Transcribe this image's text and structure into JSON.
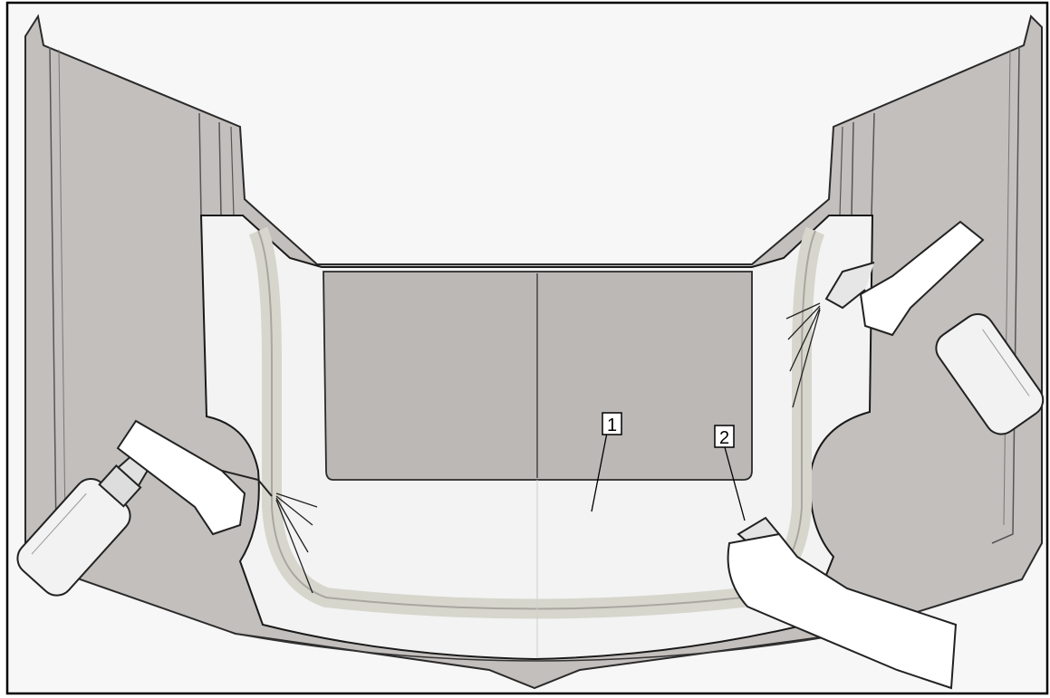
{
  "callouts": [
    {
      "number": "1",
      "target": "protective-film"
    },
    {
      "number": "2",
      "target": "squeegee-in-hand"
    }
  ],
  "colors": {
    "background": "#f7f7f7",
    "panel_grey": "#c3bfbd",
    "panel_dark": "#b7b2b0",
    "film_white": "#f3f3f3",
    "film_edge": "#d7d6cd",
    "outline": "#1a1a1a",
    "border": "#000000"
  },
  "icons": [
    "spray-bottle-icon",
    "hand-icon",
    "squeegee-icon"
  ]
}
